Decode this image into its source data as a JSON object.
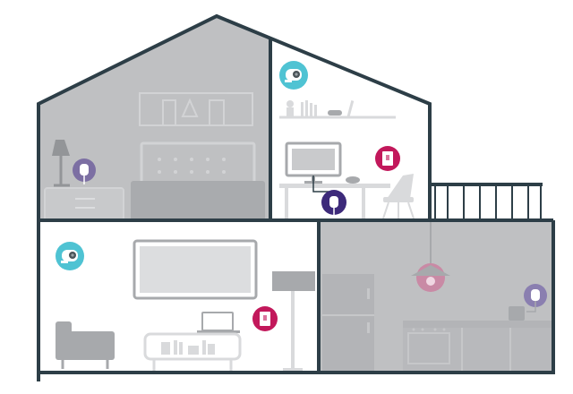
{
  "colors": {
    "wall": "#2d3e47",
    "shaded_room": "#bfc0c2",
    "furniture_light": "#d9dadc",
    "furniture_mid": "#a7a9ac",
    "furniture_dark": "#8f9194",
    "camera_badge": "#4fc3d3",
    "plug_badge": "#c2185b",
    "extender_badge": "#3d2a7a",
    "extender_badge_dim": "#7c6fa3",
    "extender_badge_dim_kitchen": "#8a7fb0"
  },
  "rooms": [
    {
      "id": "attic-left",
      "state": "inactive"
    },
    {
      "id": "attic-right-office",
      "state": "active"
    },
    {
      "id": "living-room",
      "state": "active"
    },
    {
      "id": "kitchen",
      "state": "inactive"
    }
  ],
  "devices": [
    {
      "id": "camera-attic",
      "kind": "camera",
      "icon": "camera-icon",
      "room": "attic-right-office",
      "active": true
    },
    {
      "id": "plug-office",
      "kind": "smart-plug",
      "icon": "plug-icon",
      "room": "attic-right-office",
      "active": true
    },
    {
      "id": "extender-office",
      "kind": "range-extender",
      "icon": "extender-icon",
      "room": "attic-right-office",
      "active": true
    },
    {
      "id": "extender-attic-left",
      "kind": "range-extender",
      "icon": "extender-icon",
      "room": "attic-left",
      "active": false
    },
    {
      "id": "camera-living",
      "kind": "camera",
      "icon": "camera-icon",
      "room": "living-room",
      "active": true
    },
    {
      "id": "plug-living",
      "kind": "smart-plug",
      "icon": "plug-icon",
      "room": "living-room",
      "active": true
    },
    {
      "id": "extender-kitchen",
      "kind": "range-extender",
      "icon": "extender-icon",
      "room": "kitchen",
      "active": false
    },
    {
      "id": "light-kitchen",
      "kind": "smart-light",
      "icon": "pendant-lamp-icon",
      "room": "kitchen",
      "active": false
    }
  ]
}
